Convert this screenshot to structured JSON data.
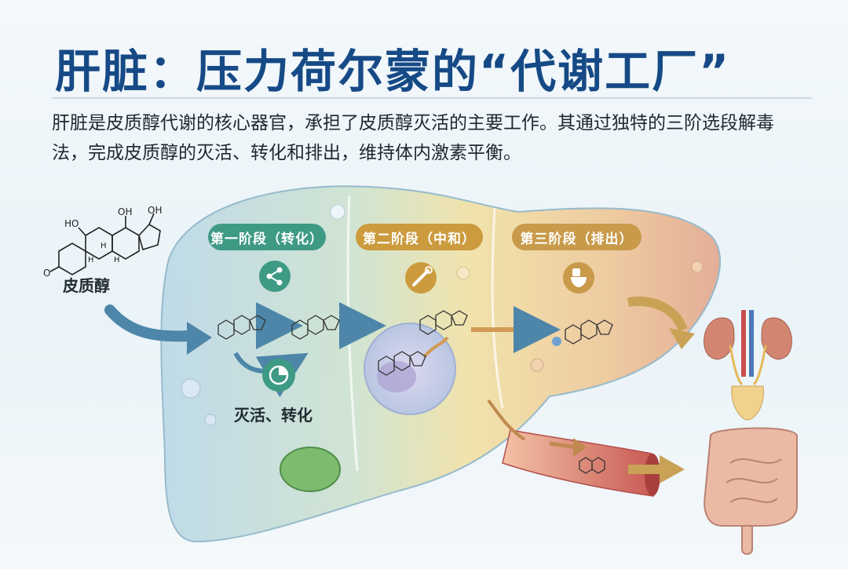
{
  "title": "肝脏：压力荷尔蒙的“代谢工厂”",
  "intro": "肝脏是皮质醇代谢的核心器官，承担了皮质醇灭活的主要工作。其通过独特的三阶选段解毒法，完成皮质醇的灭活、转化和排出，维持体内激素平衡。",
  "molecule": {
    "label": "皮质醇",
    "atoms": {
      "oh_top": "OH",
      "oh_right": "OH",
      "ho": "HO",
      "o_left": "O",
      "h1": "H",
      "h2": "H",
      "h3": "H"
    }
  },
  "stages": [
    {
      "label": "第一阶段（转化）",
      "icon": "share-network-icon",
      "color": "#3e9a85"
    },
    {
      "label": "第二阶段（中和）",
      "icon": "wrench-icon",
      "color": "#cc9b3d"
    },
    {
      "label": "第三阶段（排出）",
      "icon": "toilet-icon",
      "color": "#c89a49"
    }
  ],
  "stage1_note": "灭活、转化",
  "organs": [
    "kidney-bladder-illustration",
    "intestine-illustration"
  ]
}
